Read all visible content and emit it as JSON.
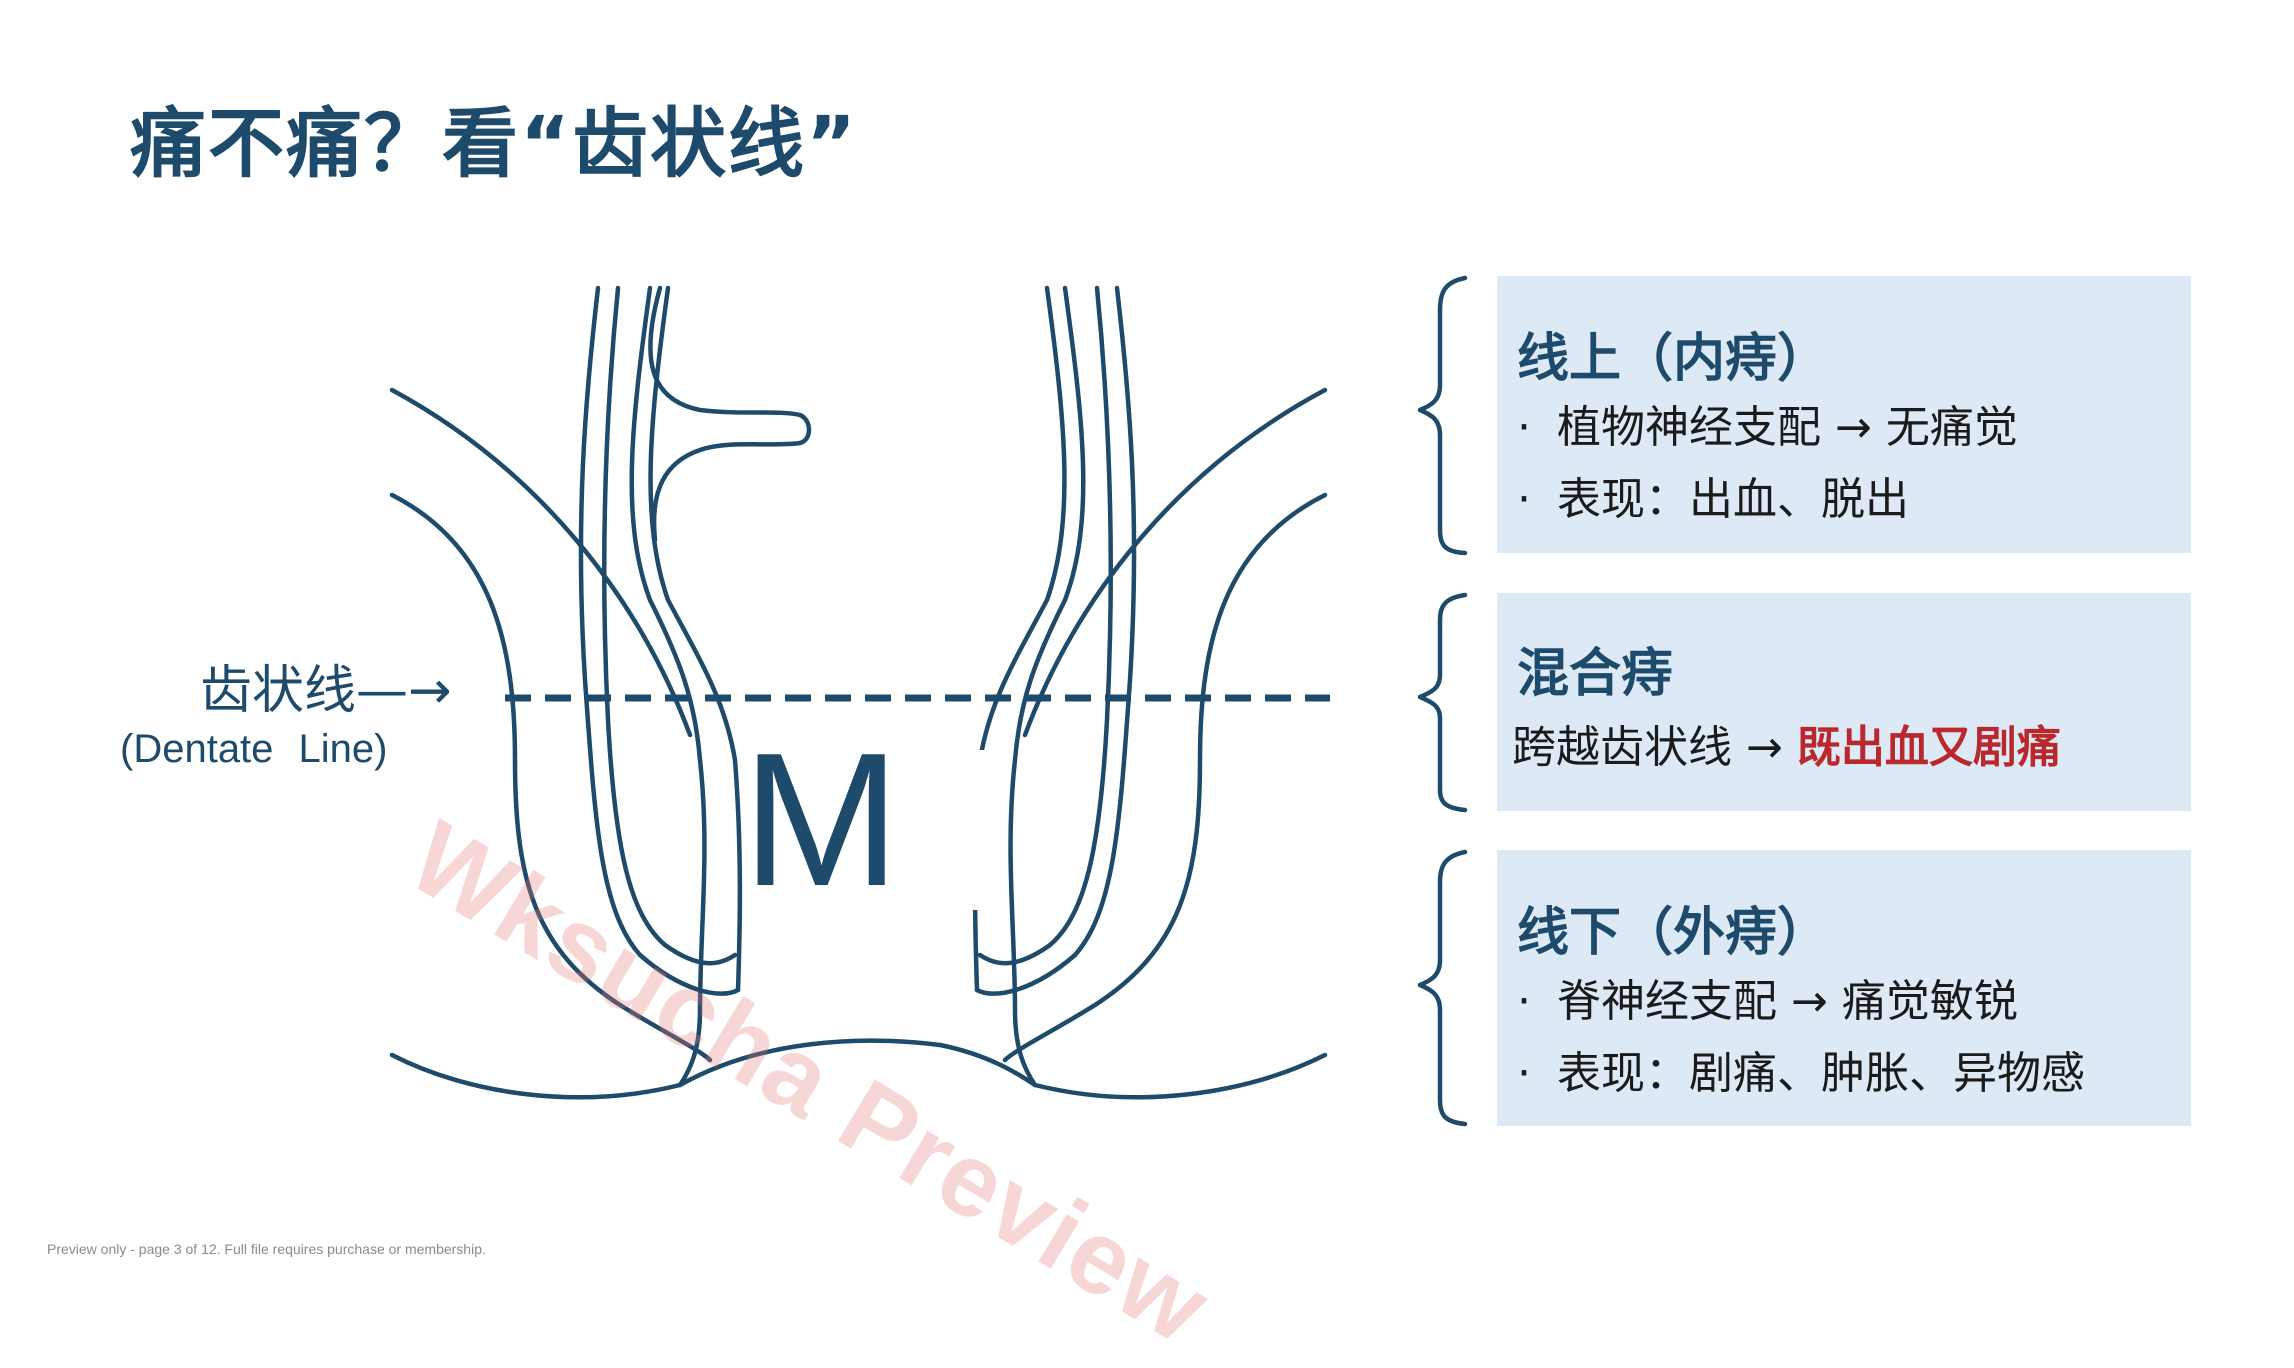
{
  "title": "痛不痛？看“齿状线”",
  "diagram": {
    "dentate_label_cn": "齿状线—→",
    "dentate_label_en": "(Dentate Line)",
    "center_letter": "M",
    "watermark": "Wksucha Preview"
  },
  "boxes": [
    {
      "heading": "线上（内痔）",
      "lines": [
        {
          "bullet": "·",
          "text": "植物神经支配 → 无痛觉"
        },
        {
          "bullet": "·",
          "text": "表现：出血、脱出"
        }
      ]
    },
    {
      "heading": "混合痔",
      "line_prefix": "跨越齿状线 → ",
      "line_highlight": "既出血又剧痛"
    },
    {
      "heading": "线下（外痔）",
      "lines": [
        {
          "bullet": "·",
          "text": "脊神经支配 → 痛觉敏锐"
        },
        {
          "bullet": "·",
          "text": "表现：剧痛、肿胀、异物感"
        }
      ]
    }
  ],
  "footer": "Preview only - page 3 of 12. Full file requires purchase or membership.",
  "colors": {
    "primary": "#1e4b6b",
    "box_background": "#dde9f5",
    "highlight": "#b8282d",
    "watermark": "#e67878"
  }
}
